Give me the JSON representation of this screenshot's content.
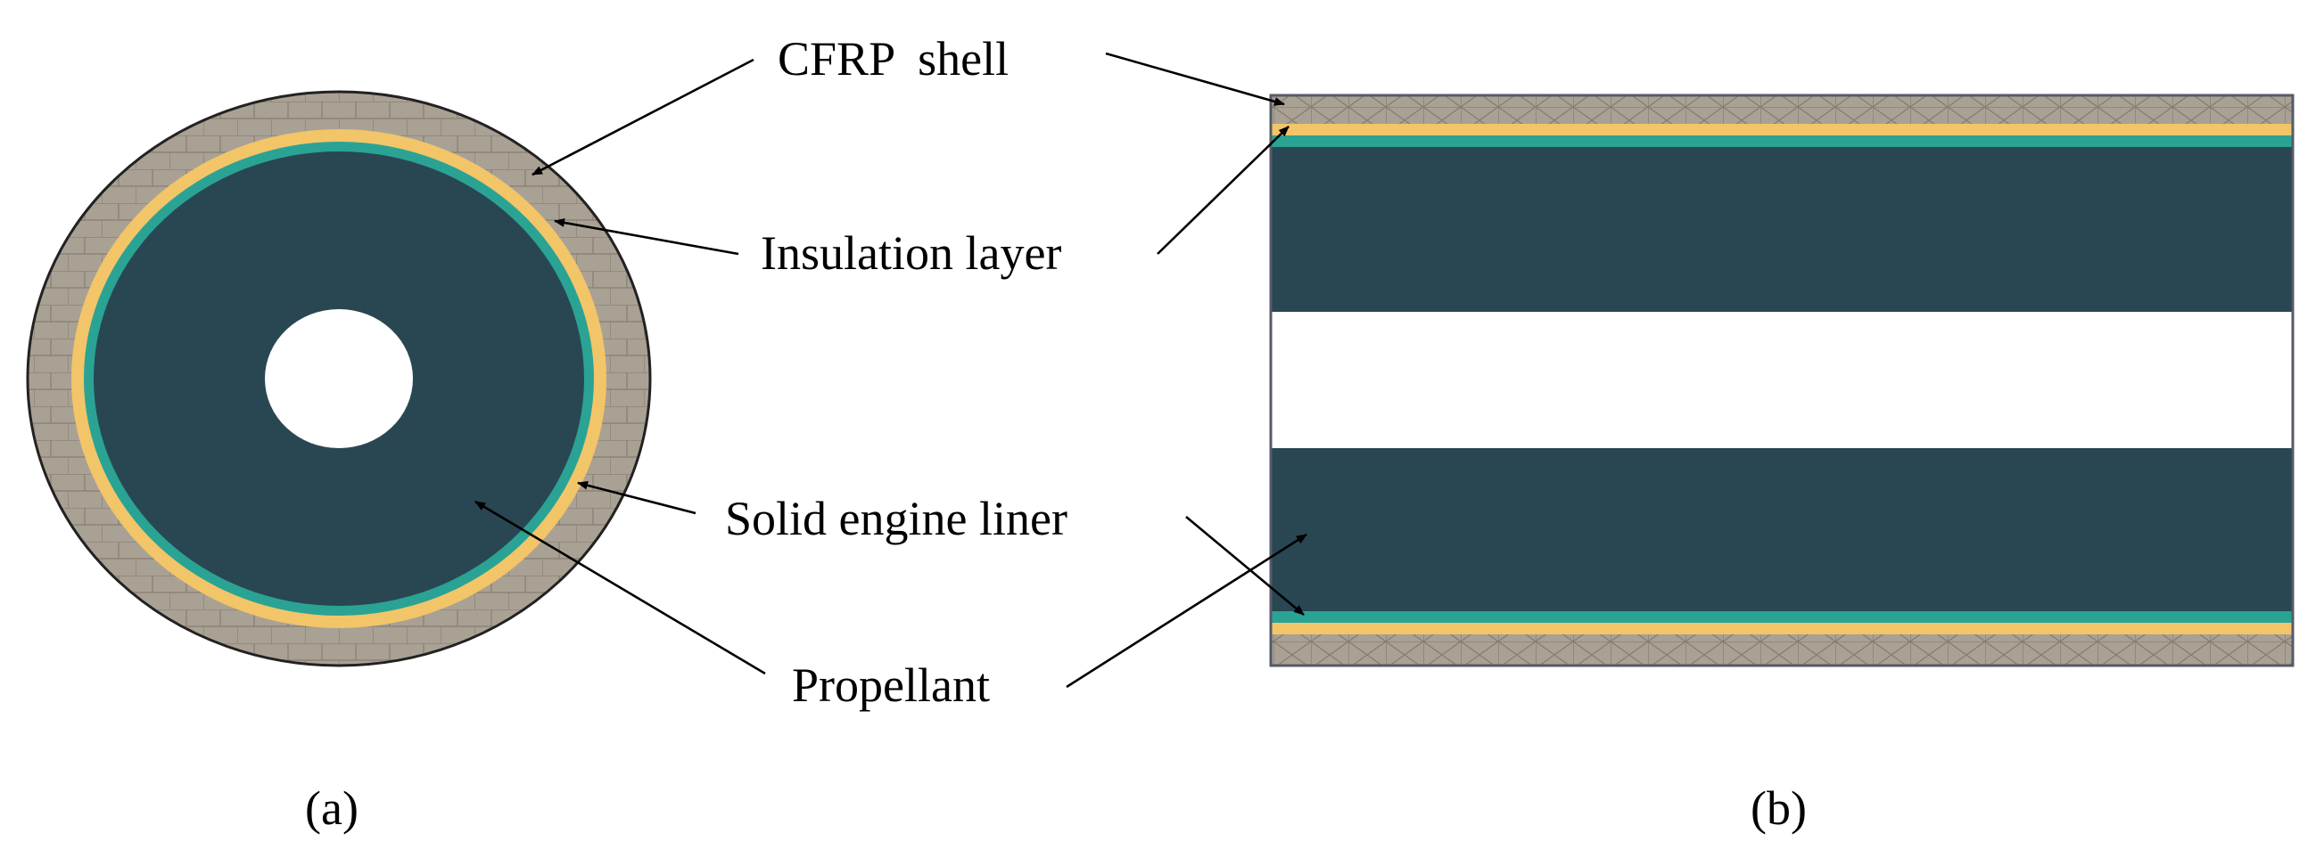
{
  "labels": {
    "cfrp_shell": "CFRP  shell",
    "insulation_layer": "Insulation layer",
    "solid_engine_liner": "Solid engine liner",
    "propellant": "Propellant"
  },
  "captions": {
    "a": "(a)",
    "b": "(b)"
  },
  "colors": {
    "cfrp_shell": "#aaa195",
    "insulation_layer": "#f2c568",
    "solid_engine_liner": "#2aa394",
    "propellant": "#284753",
    "bore": "#ffffff"
  }
}
